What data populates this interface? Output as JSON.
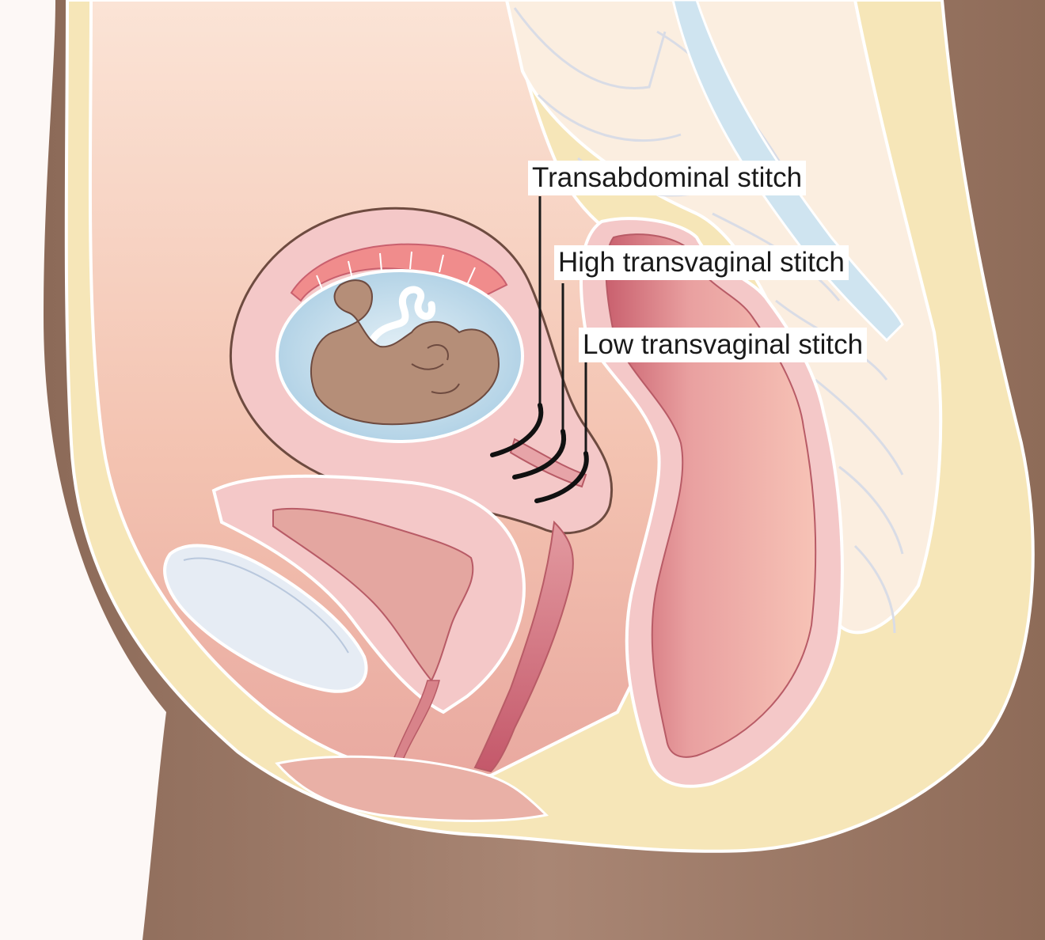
{
  "labels": {
    "transabdominal": "Transabdominal stitch",
    "high_transvaginal": "High transvaginal stitch",
    "low_transvaginal": "Low transvaginal stitch"
  },
  "colors": {
    "background": "#fdf8f6",
    "skin": "#a27e6a",
    "fat": "#f6e6b8",
    "abdominal_cavity": "#f2c4ae",
    "uterus_wall": "#f4c8c8",
    "amniotic_fluid": "#c8e0ee",
    "fetus": "#b58e78",
    "placenta": "#f08c8c",
    "rectum": "#d8838a",
    "bladder": "#e4a6a0",
    "pubic_bone": "#e6ecf4",
    "spine": "#fbeee0",
    "stitch": "#111111"
  },
  "icons": [
    "pregnant-pelvis-cross-section",
    "fetus-icon",
    "cervical-stitch-icon"
  ]
}
